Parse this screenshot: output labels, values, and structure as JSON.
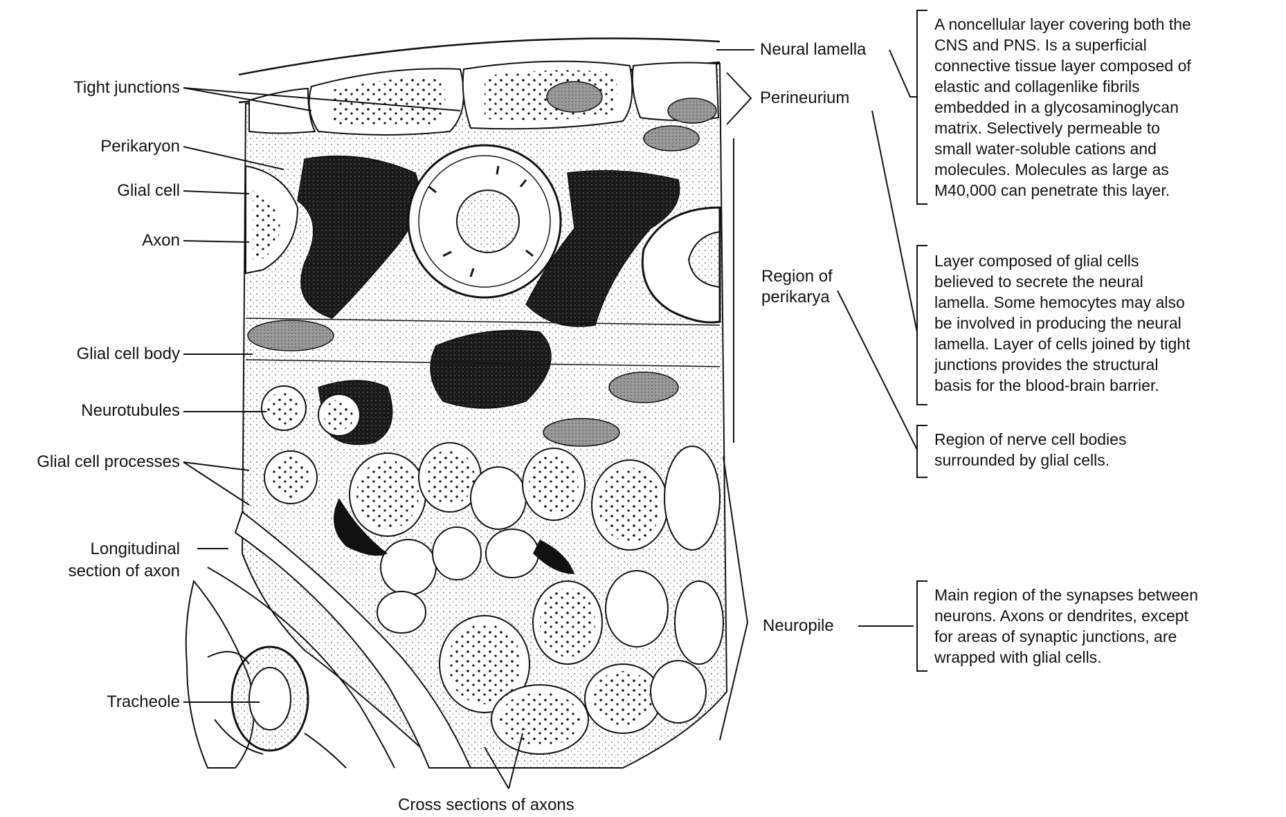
{
  "labels": {
    "tight_junctions": "Tight junctions",
    "perikaryon": "Perikaryon",
    "glial_cell": "Glial cell",
    "axon": "Axon",
    "glial_cell_body": "Glial cell body",
    "neurotubules": "Neurotubules",
    "glial_cell_processes": "Glial cell processes",
    "longitudinal_line1": "Longitudinal",
    "longitudinal_line2": "section of axon",
    "tracheole": "Tracheole",
    "cross_sections": "Cross sections of axons",
    "neural_lamella": "Neural lamella",
    "perineurium": "Perineurium",
    "region_perikarya_line1": "Region of",
    "region_perikarya_line2": "perikarya",
    "neuropile": "Neuropile"
  },
  "descriptions": {
    "neural_lamella": [
      "A noncellular layer covering both the",
      "CNS and PNS. Is a superficial",
      "connective tissue layer composed of",
      "elastic and collagenlike fibrils",
      "embedded in a glycosaminoglycan",
      "matrix. Selectively permeable to",
      "small water-soluble cations and",
      "molecules. Molecules as large as",
      "M40,000 can penetrate this layer."
    ],
    "perineurium": [
      "Layer composed of glial cells",
      "believed to secrete the neural",
      "lamella. Some hemocytes may also",
      "be involved in producing the neural",
      "lamella. Layer of cells joined by tight",
      "junctions provides the structural",
      "basis for the blood-brain barrier."
    ],
    "perikarya": [
      "Region of nerve cell bodies",
      "surrounded by glial cells."
    ],
    "neuropile": [
      "Main region of the synapses between",
      "neurons. Axons or dendrites, except",
      "for areas of synaptic junctions, are",
      "wrapped with glial cells."
    ]
  }
}
